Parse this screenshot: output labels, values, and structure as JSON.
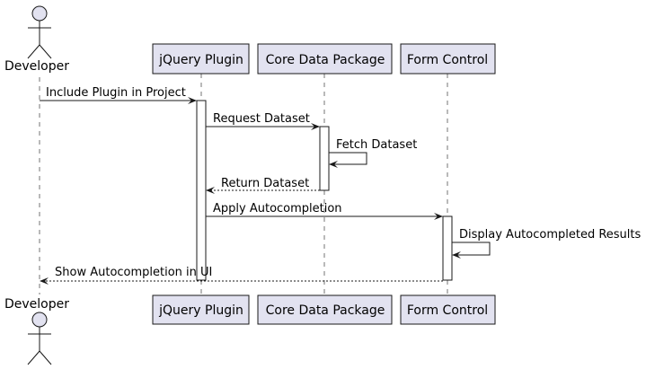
{
  "colors": {
    "participant_fill": "#E2E2F0",
    "participant_stroke": "#181818",
    "lifeline": "#181818",
    "arrow": "#181818",
    "activation_fill": "#FFFFFF"
  },
  "participants": [
    {
      "id": "developer",
      "label": "Developer",
      "kind": "actor"
    },
    {
      "id": "jquery",
      "label": "jQuery Plugin",
      "kind": "participant"
    },
    {
      "id": "core",
      "label": "Core Data Package",
      "kind": "participant"
    },
    {
      "id": "form",
      "label": "Form Control",
      "kind": "participant"
    }
  ],
  "messages": [
    {
      "from": "developer",
      "to": "jquery",
      "label": "Include Plugin in Project",
      "style": "solid"
    },
    {
      "from": "jquery",
      "to": "core",
      "label": "Request Dataset",
      "style": "solid"
    },
    {
      "from": "core",
      "to": "core",
      "label": "Fetch Dataset",
      "style": "solid"
    },
    {
      "from": "core",
      "to": "jquery",
      "label": "Return Dataset",
      "style": "dashed"
    },
    {
      "from": "jquery",
      "to": "form",
      "label": "Apply Autocompletion",
      "style": "solid"
    },
    {
      "from": "form",
      "to": "form",
      "label": "Display Autocompleted Results",
      "style": "solid"
    },
    {
      "from": "form",
      "to": "developer",
      "label": "Show Autocompletion in UI",
      "style": "dashed"
    }
  ]
}
